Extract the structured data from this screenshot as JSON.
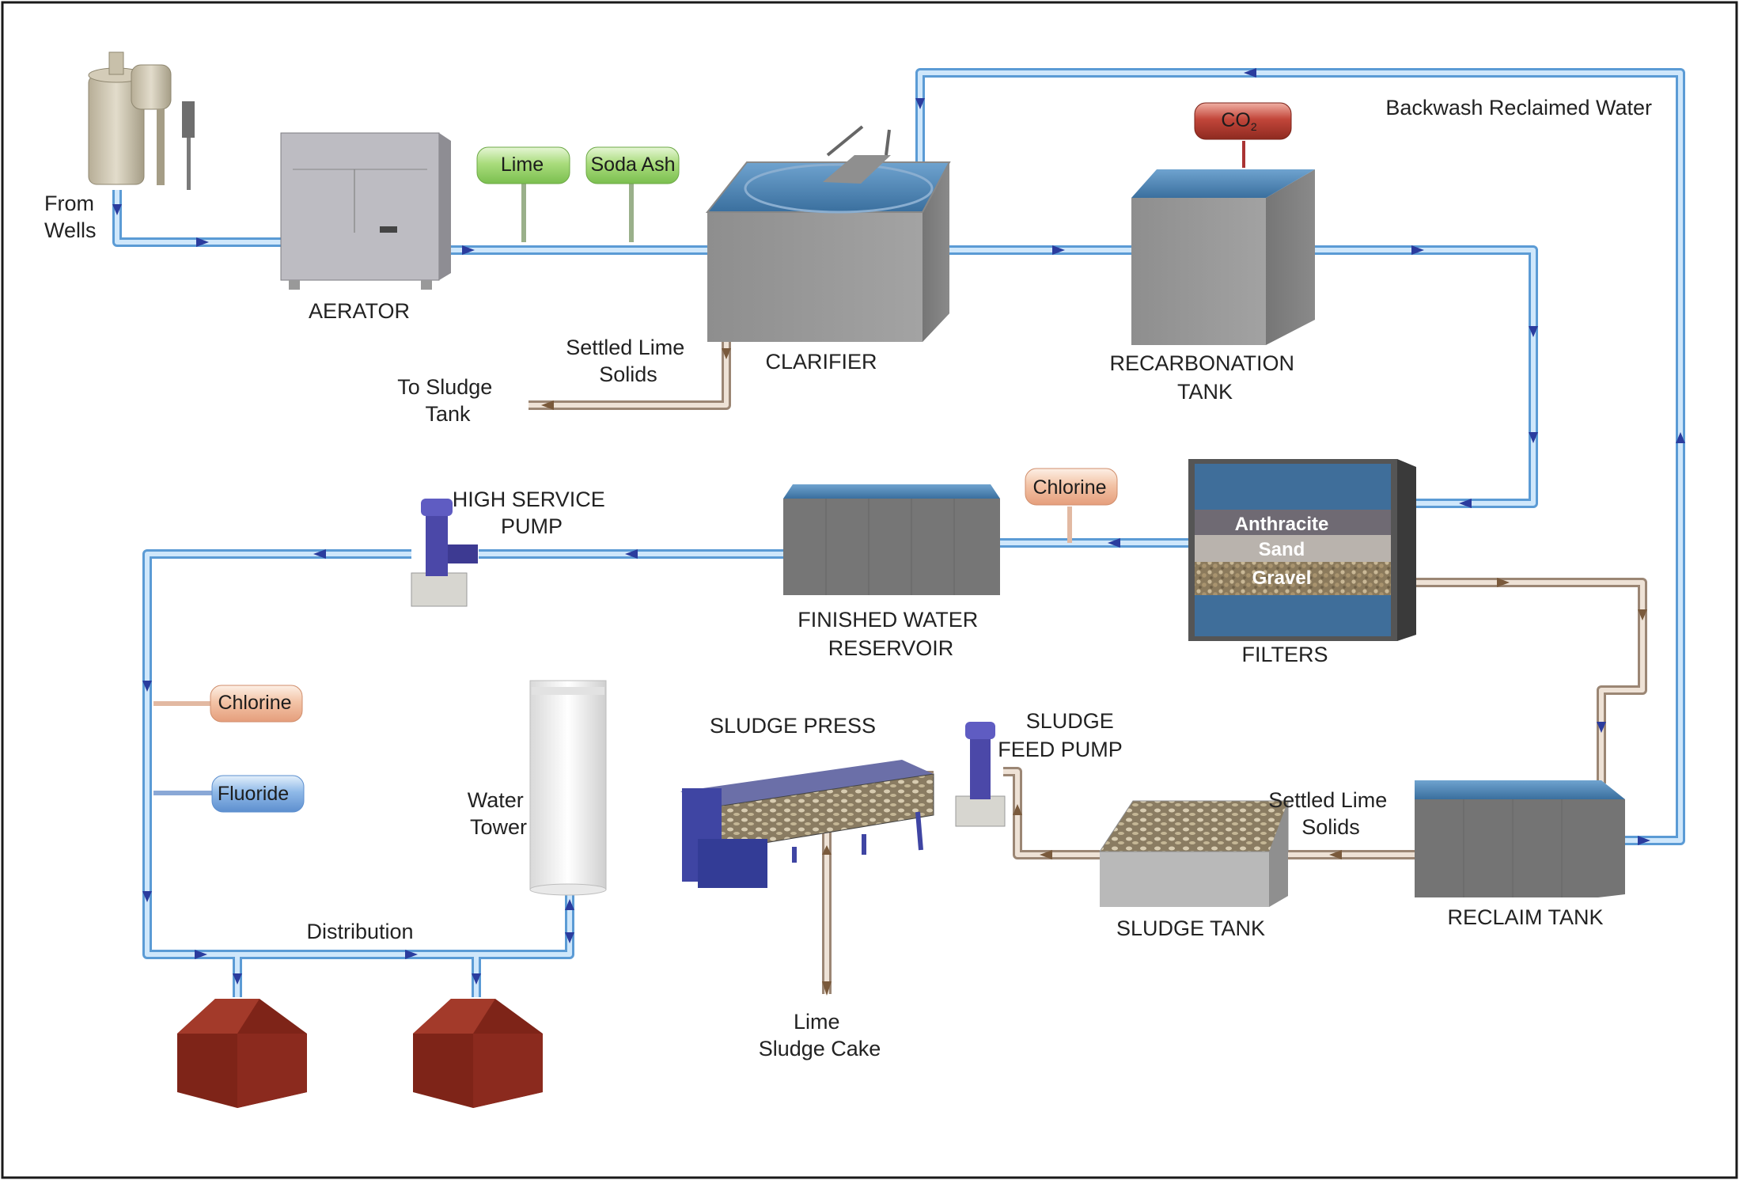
{
  "sources": {
    "wells": [
      "From",
      "Wells"
    ]
  },
  "units": {
    "aerator": "AERATOR",
    "clarifier": "CLARIFIER",
    "recarbonation": [
      "RECARBONATION",
      "TANK"
    ],
    "filters": "FILTERS",
    "finished_water": [
      "FINISHED WATER",
      "RESERVOIR"
    ],
    "high_service_pump": [
      "HIGH SERVICE",
      "PUMP"
    ],
    "water_tower": [
      "Water",
      "Tower"
    ],
    "distribution": "Distribution",
    "sludge_press": "SLUDGE PRESS",
    "sludge_feed_pump": [
      "SLUDGE",
      "FEED PUMP"
    ],
    "sludge_tank": "SLUDGE TANK",
    "reclaim_tank": "RECLAIM TANK"
  },
  "chemicals": {
    "lime": "Lime",
    "soda_ash": "Soda Ash",
    "co2": "CO",
    "co2_sub": "2",
    "chlorine_reservoir": "Chlorine",
    "chlorine_distribution": "Chlorine",
    "fluoride": "Fluoride"
  },
  "filter_layers": {
    "anthracite": "Anthracite",
    "sand": "Sand",
    "gravel": "Gravel"
  },
  "flows": {
    "backwash": "Backwash Reclaimed Water",
    "settled_lime_clarifier": [
      "Settled Lime",
      "Solids"
    ],
    "to_sludge_tank": [
      "To Sludge",
      "Tank"
    ],
    "settled_lime_reclaim": [
      "Settled Lime",
      "Solids"
    ],
    "lime_sludge_cake": [
      "Lime",
      "Sludge Cake"
    ]
  },
  "colors": {
    "water_pipe": "#9fcdf0",
    "water_pipe_edge": "#5b9bd5",
    "sludge_pipe": "#d9c6b3",
    "arrow": "#2b3c9e",
    "concrete": "#9a9a9a",
    "water_surface": "#4d86b8",
    "house": "#8b2a1e",
    "lime_tank": "#a9dc7c",
    "chlorine_tank": "#f3c4a7",
    "fluoride_tank": "#8fb9e8",
    "co2_tank": "#c2463a",
    "pump": "#4b48a8"
  }
}
